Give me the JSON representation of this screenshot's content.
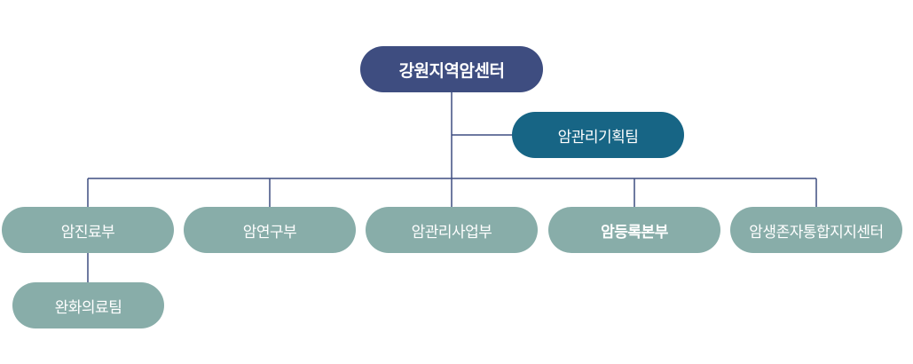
{
  "org": {
    "root": "강원지역암센터",
    "staff_team": "암관리기획팀",
    "departments": [
      "암진료부",
      "암연구부",
      "암관리사업부",
      "암등록본부",
      "암생존자통합지지센터"
    ],
    "sub_team": "완화의료팀"
  },
  "colors": {
    "root": "#3e4d80",
    "staff_team": "#176585",
    "department": "#88ada9",
    "connector": "#3e4d80"
  }
}
